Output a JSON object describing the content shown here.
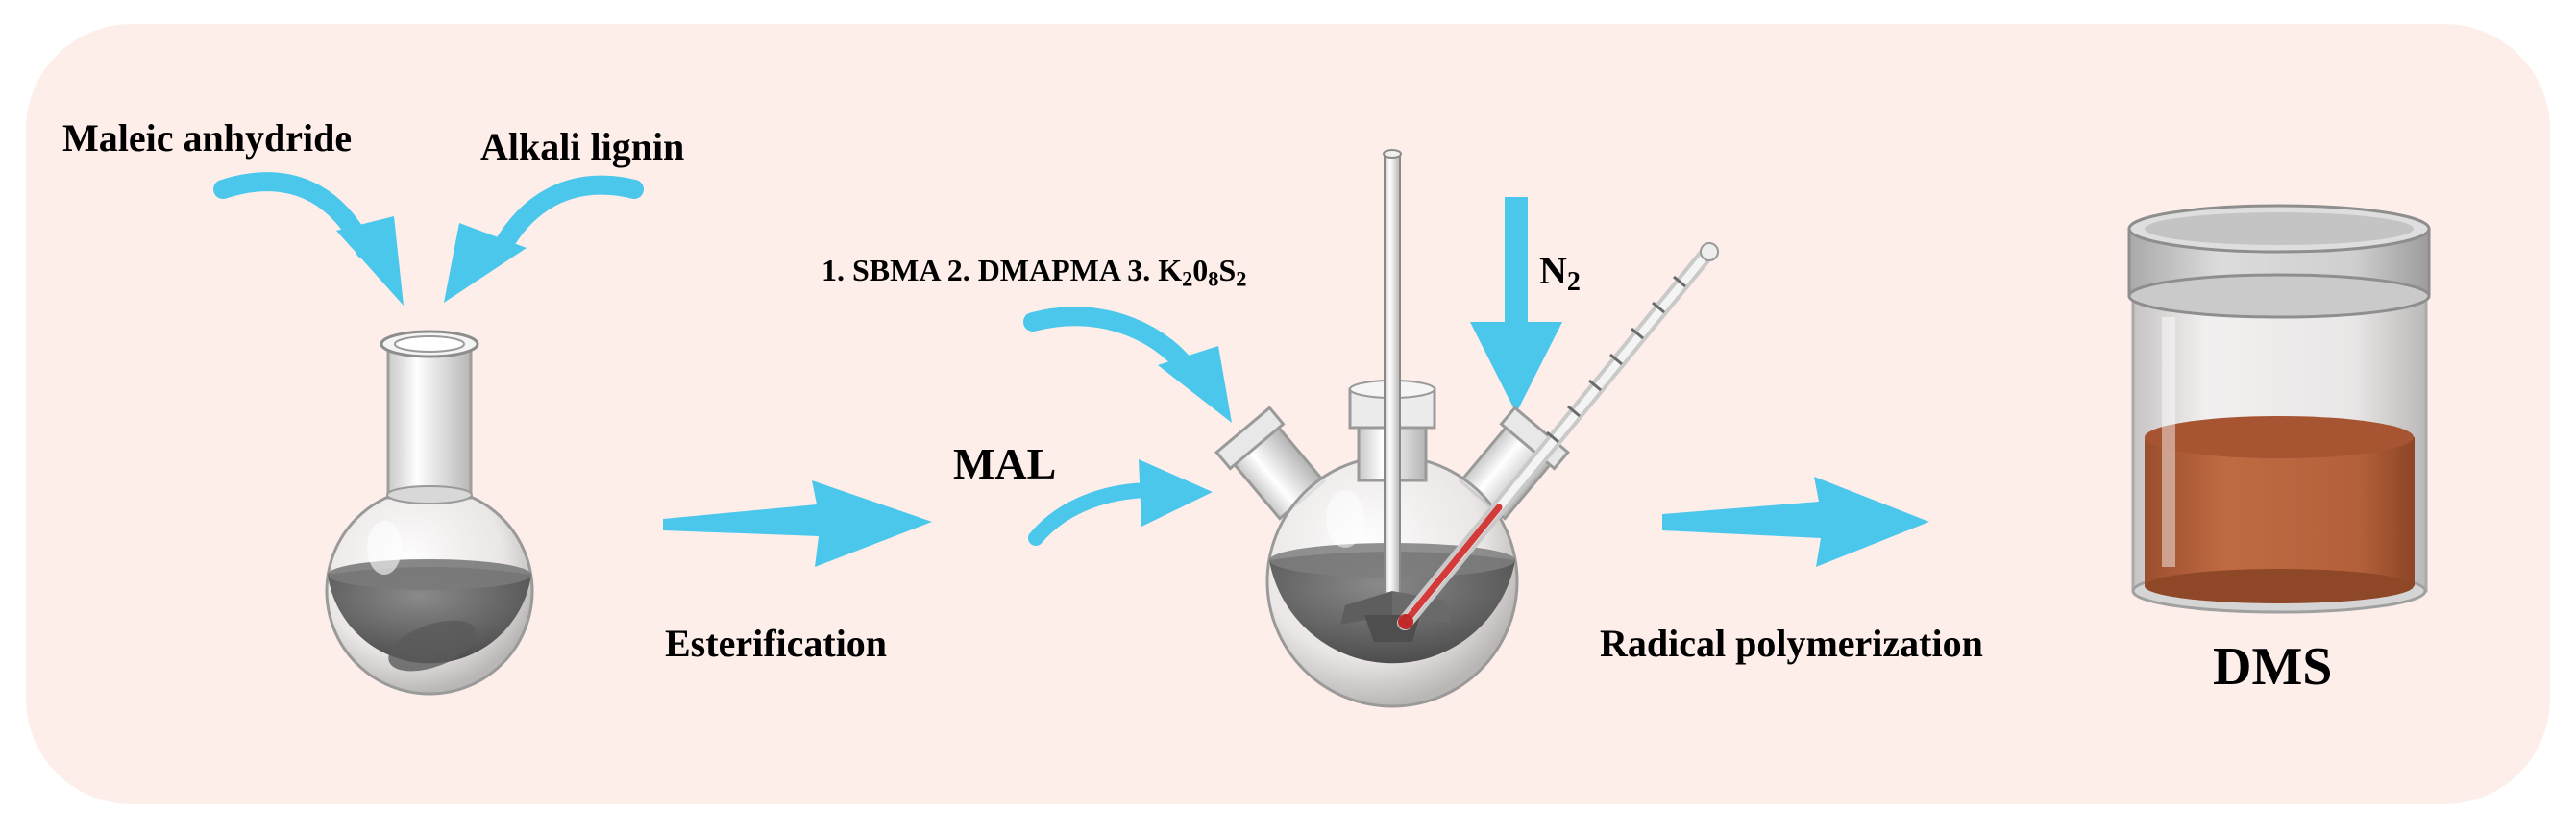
{
  "labels": {
    "maleic": "Maleic anhydride",
    "lignin": "Alkali lignin",
    "reagents_prefix": "1. SBMA 2. DMAPMA 3. K",
    "reagents_sub1": "2",
    "reagents_mid": "0",
    "reagents_sub2": "8",
    "reagents_s": "S",
    "reagents_sub3": "2",
    "n2_main": "N",
    "n2_sub": "2",
    "mal": "MAL",
    "esterification": "Esterification",
    "radical": "Radical polymerization",
    "dms": "DMS"
  },
  "colors": {
    "panel_bg": "#fdeeea",
    "arrow": "#4cc7ec",
    "glass_liquid": "#6b6b6b",
    "product": "#b5603a"
  },
  "icons": [
    "flask-icon",
    "three-neck-flask-icon",
    "thermometer-icon",
    "stirrer-icon",
    "jar-icon"
  ]
}
